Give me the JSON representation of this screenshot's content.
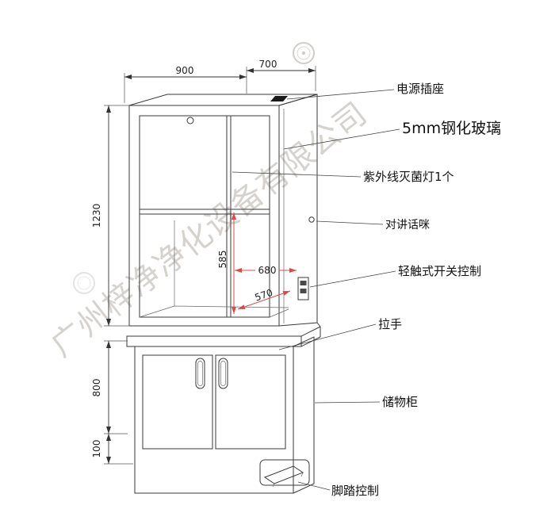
{
  "watermark": {
    "text": "广州梓净净化设备有限公司",
    "color": "#cdc9c4"
  },
  "dimensions": {
    "width": "900",
    "depth": "700",
    "upper_height": "1230",
    "lower_height": "800",
    "base_height": "100",
    "inner_height": "585",
    "inner_width": "680",
    "inner_depth": "570"
  },
  "callouts": {
    "power_socket": "电源插座",
    "tempered_glass": "5mm钢化玻璃",
    "uv_lamp": "紫外线灭菌灯1个",
    "intercom_mic": "对讲话咪",
    "touch_switch": "轻触式开关控制",
    "handle": "拉手",
    "storage_cabinet": "储物柜",
    "foot_pedal": "脚踏控制"
  },
  "colors": {
    "line": "#3a3a3a",
    "dimension_red": "#e04848",
    "text": "#111111"
  }
}
